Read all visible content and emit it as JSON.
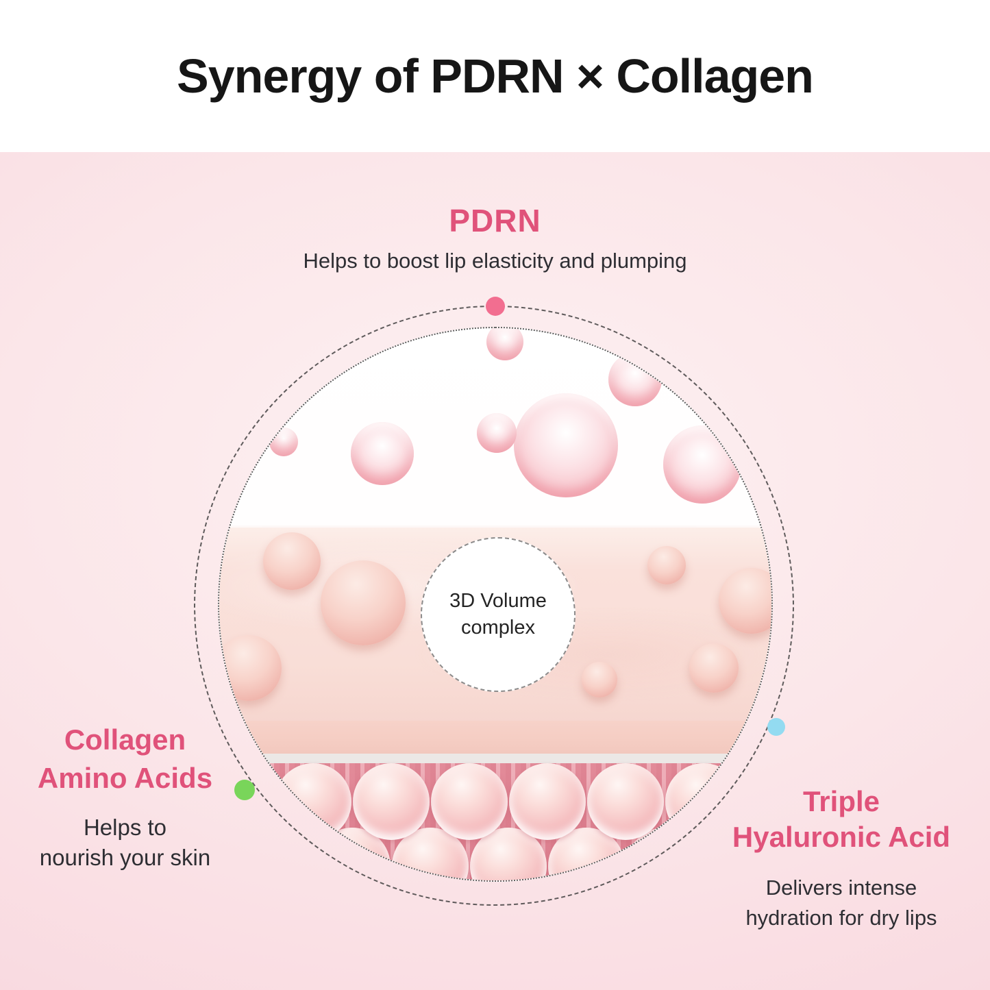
{
  "title": "Synergy of PDRN × Collagen",
  "sections": {
    "pdrn": {
      "heading": "PDRN",
      "description": "Helps to boost lip elasticity and plumping"
    },
    "collagen": {
      "heading": [
        "Collagen",
        "Amino Acids"
      ],
      "description": [
        "Helps to",
        "nourish your skin"
      ]
    },
    "hyaluronic": {
      "heading": [
        "Triple",
        "Hyaluronic Acid"
      ],
      "description": [
        "Delivers intense",
        "hydration for dry lips"
      ]
    }
  },
  "center_label": [
    "3D Volume",
    "complex"
  ],
  "markers": {
    "pdrn": {
      "color": "#f26e90"
    },
    "collagen": {
      "color": "#79d55a"
    },
    "hyaluronic": {
      "color": "#93dbf1"
    }
  },
  "accent_colors": {
    "heading_pink": "#e0527a",
    "title_black": "#161616",
    "body_text": "#2e2e33"
  }
}
